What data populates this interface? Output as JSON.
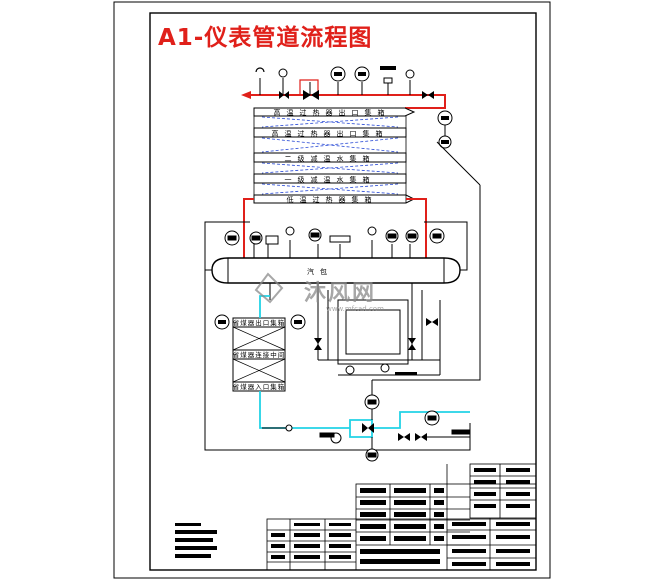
{
  "title": "A1-仪表管道流程图",
  "title_color": "#e0201a",
  "colors": {
    "line": "#000000",
    "steam": "#e0201a",
    "water": "#22d3e6",
    "watermark": "#8a8a8a"
  },
  "sections": [
    {
      "label": "高温过热器出口集箱"
    },
    {
      "label": "高温过热器出口集箱"
    },
    {
      "label": "二级减温水集箱"
    },
    {
      "label": "一级减温水集箱"
    },
    {
      "label": "低温过热器集箱"
    }
  ],
  "drum": {
    "label": "汽包"
  },
  "economizer": {
    "top_label": "省煤器出口集箱",
    "mid_label": "省煤器连接中间",
    "bottom_label": "省煤器入口集箱"
  },
  "watermark": {
    "text": "沐风网",
    "url": "www.mfcad.com"
  },
  "icons": {
    "valve": "gate-valve-icon",
    "gauge": "pressure-gauge-icon",
    "instrument": "instrument-circle-icon",
    "pump": "pump-icon"
  }
}
